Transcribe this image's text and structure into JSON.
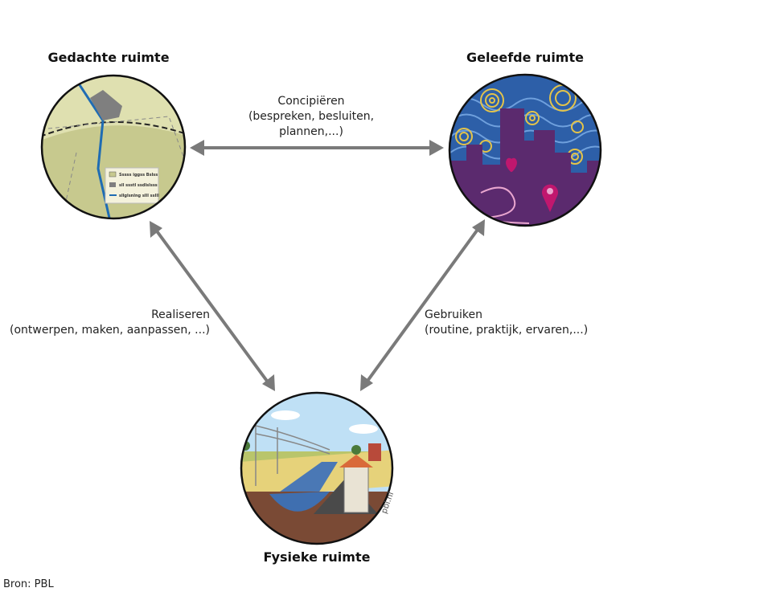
{
  "nodes": {
    "gedachte": {
      "title": "Gedachte ruimte",
      "legend": [
        "Sssss iggss Bslss",
        "sll ssstl ssdlslsss",
        "sllglsnlng slll sslll"
      ]
    },
    "geleefde": {
      "title": "Geleefde ruimte"
    },
    "fysieke": {
      "title": "Fysieke ruimte",
      "watermark": "pbl.nl"
    }
  },
  "edges": {
    "top": {
      "lines": [
        "Concipiëren",
        "(bespreken, besluiten,",
        "plannen,...)"
      ]
    },
    "left": {
      "lines": [
        "Realiseren",
        "(ontwerpen, maken, aanpassen, ...)"
      ]
    },
    "right": {
      "lines": [
        "Gebruiken",
        "(routine, praktijk, ervaren,...)"
      ]
    }
  },
  "source": "Bron: PBL",
  "colors": {
    "arrow": "#7a7a7a",
    "map_bg": "#d9dba8",
    "night_sky": "#2d5fa8",
    "city_purple": "#5b2a6e",
    "heart": "#c0176e"
  }
}
